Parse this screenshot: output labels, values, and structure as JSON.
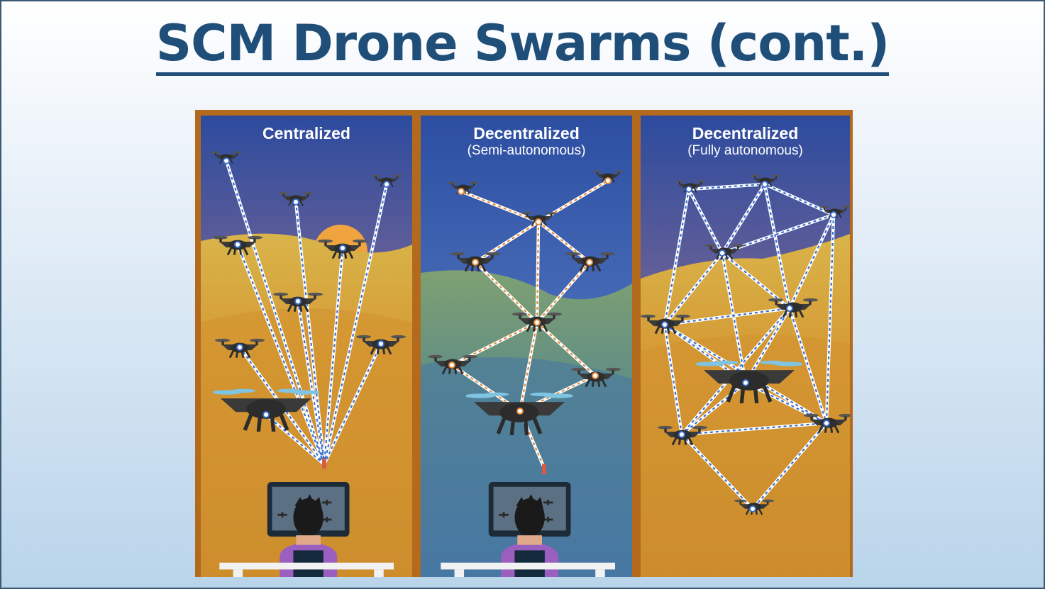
{
  "slide": {
    "title": "SCM Drone Swarms (cont.)"
  },
  "figure": {
    "panels": [
      {
        "heading": "Centralized",
        "subtitle": ""
      },
      {
        "heading": "Decentralized",
        "subtitle": "(Semi-autonomous)"
      },
      {
        "heading": "Decentralized",
        "subtitle": "(Fully autonomous)"
      }
    ]
  },
  "colors": {
    "title": "#1f4e79",
    "panel_frame": "#b46a1c",
    "sky_top": "#2f4fa0",
    "ground": "#d59a35",
    "link_centralized": "#3b6fd0",
    "link_semi": "#e38a3a",
    "link_fully": "#3b6fd0",
    "drone": "#3a3a3a"
  }
}
